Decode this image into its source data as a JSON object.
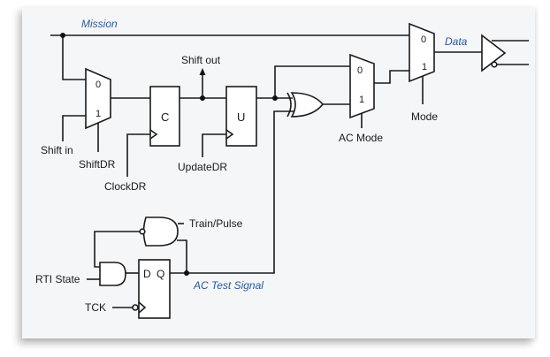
{
  "diagram": {
    "signals": {
      "mission": "Mission",
      "data": "Data",
      "ac_test_signal": "AC Test Signal"
    },
    "labels": {
      "shift_in": "Shift in",
      "shift_dr": "ShiftDR",
      "clock_dr": "ClockDR",
      "shift_out": "Shift out",
      "update_dr": "UpdateDR",
      "ac_mode": "AC Mode",
      "mode": "Mode",
      "train_pulse": "Train/Pulse",
      "rti_state": "RTI State",
      "tck": "TCK"
    },
    "blocks": {
      "capture": "C",
      "update": "U",
      "dff_d": "D",
      "dff_q": "Q"
    },
    "mux_pins": {
      "shift_mux_0": "0",
      "shift_mux_1": "1",
      "ac_mux_0": "0",
      "ac_mux_1": "1",
      "mode_mux_0": "0",
      "mode_mux_1": "1"
    },
    "colors": {
      "signal_label": "#2a5b93",
      "wire": "#1a1a1a",
      "card_background": "#f5f6f8"
    }
  }
}
